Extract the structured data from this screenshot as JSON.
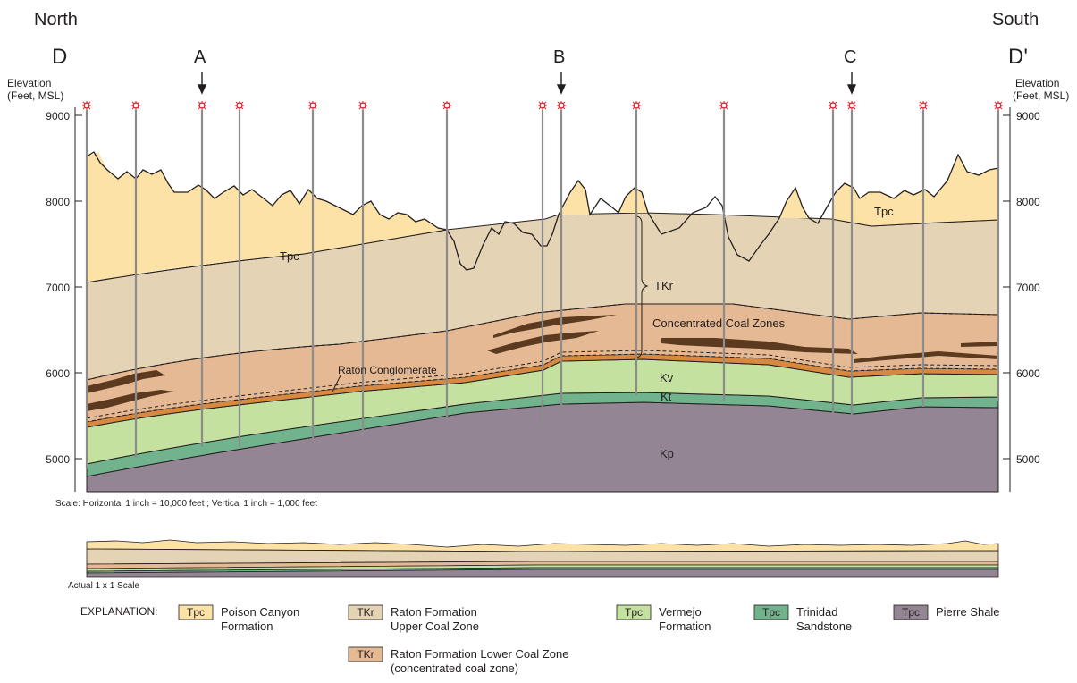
{
  "header": {
    "left_direction": "North",
    "right_direction": "South",
    "left_end": "D",
    "right_end": "D'",
    "markers": [
      "A",
      "B",
      "C"
    ]
  },
  "axes": {
    "left_label": [
      "Elevation",
      "(Feet, MSL)"
    ],
    "right_label": [
      "Elevation",
      "(Feet, MSL)"
    ],
    "ticks": [
      "9000",
      "8000",
      "7000",
      "6000",
      "5000"
    ]
  },
  "section_labels": {
    "tpc_north": "Tpc",
    "tpc_south": "Tpc",
    "tkr": "TKr",
    "coal_zones": "Concentrated Coal Zones",
    "raton_conglomerate": "Raton Conglomerate",
    "kv": "Kv",
    "kt": "Kt",
    "kp": "Kp"
  },
  "scale_note": "Scale:  Horizontal  1 inch = 10,000 feet ;  Vertical  1 inch = 1,000  feet",
  "actual_scale": "Actual 1 x 1 Scale",
  "explanation": {
    "title": "EXPLANATION:",
    "items": [
      {
        "code": "Tpc",
        "lines": [
          "Poison Canyon",
          "Formation"
        ],
        "color": "#fde2a8"
      },
      {
        "code": "TKr",
        "lines": [
          "Raton Formation",
          "Upper Coal Zone"
        ],
        "color": "#e4d3b4"
      },
      {
        "code": "Tpc",
        "lines": [
          "Vermejo",
          "Formation"
        ],
        "color": "#c5e1a0"
      },
      {
        "code": "Tpc",
        "lines": [
          "Trinidad",
          "Sandstone"
        ],
        "color": "#71b38c"
      },
      {
        "code": "Tpc",
        "lines": [
          "Pierre Shale"
        ],
        "color": "#938593"
      },
      {
        "code": "TKr",
        "lines": [
          "Raton Formation Lower Coal Zone",
          "(concentrated coal zone)"
        ],
        "color": "#e5b993"
      }
    ]
  },
  "colors": {
    "poison_canyon": "#fde2a8",
    "raton_upper": "#e4d3b4",
    "raton_lower": "#e5b993",
    "conglomerate": "#d9893f",
    "vermejo": "#c5e1a0",
    "trinidad": "#71b38c",
    "pierre": "#938593",
    "coal": "#5b3a20",
    "well": "#9a9a9a",
    "well_symbol": "#e0202a"
  }
}
